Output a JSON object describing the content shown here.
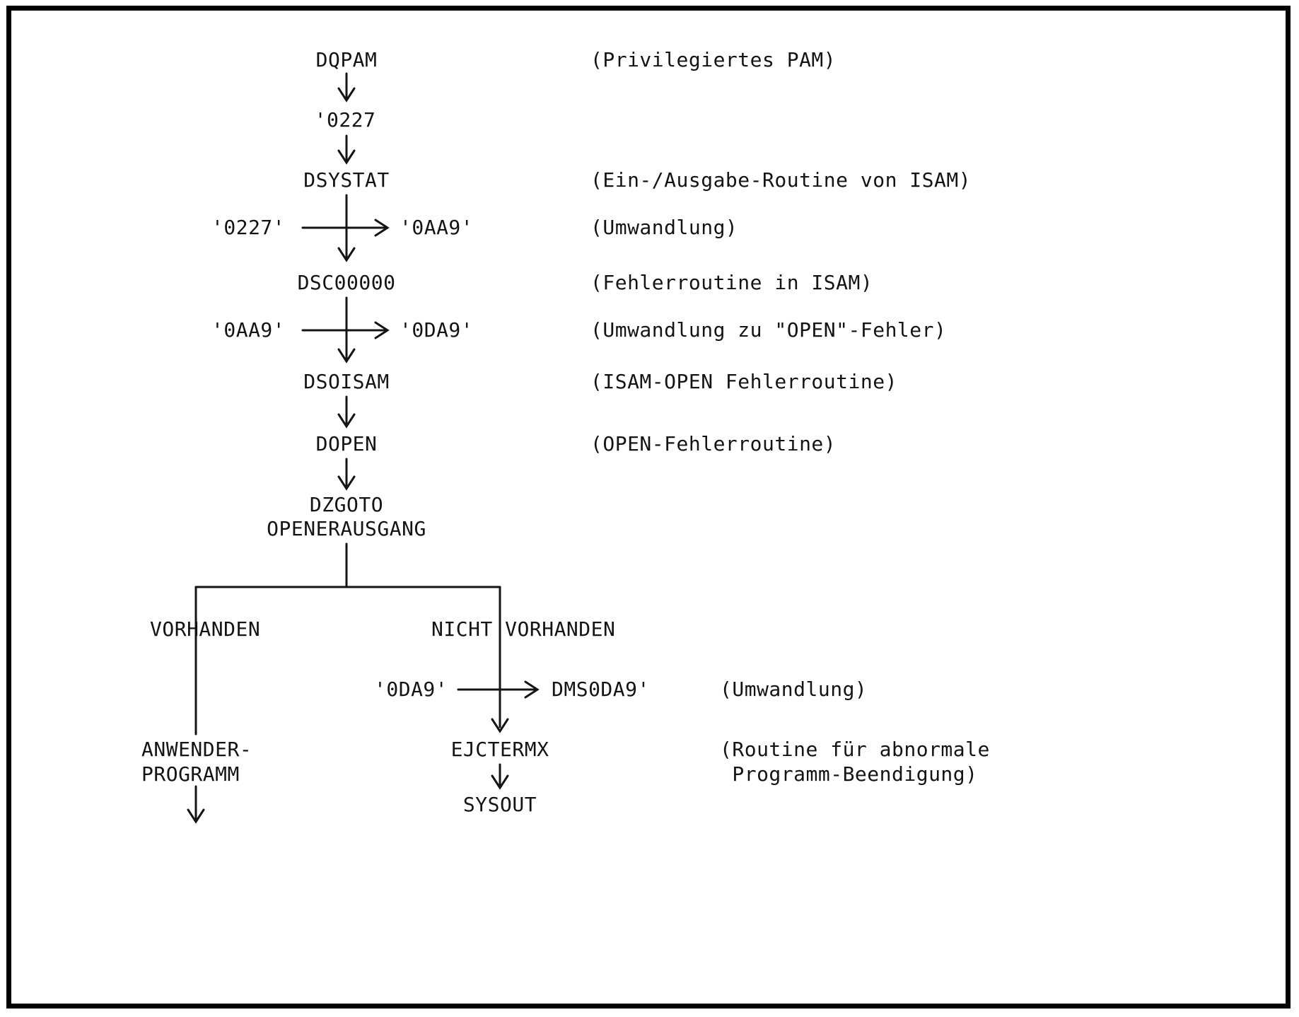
{
  "diagram": {
    "nodes": {
      "dqpam": "DQPAM",
      "code_0227": "'0227",
      "dsystat": "DSYSTAT",
      "dsc00000": "DSC00000",
      "dsoisam": "DSOISAM",
      "dopen": "DOPEN",
      "dzgoto": "DZGOTO",
      "openerausgang": "OPENERAUSGANG",
      "ejctermx": "EJCTERMX",
      "sysout": "SYSOUT",
      "anwender_programm_line1": "ANWENDER-",
      "anwender_programm_line2": "PROGRAMM"
    },
    "branch": {
      "left_label": "VORHANDEN",
      "right_label": "NICHT VORHANDEN"
    },
    "conversions": [
      {
        "from": "'0227'",
        "to": "'0AA9'"
      },
      {
        "from": "'0AA9'",
        "to": "'0DA9'"
      },
      {
        "from": "'0DA9'",
        "to": "DMS0DA9'"
      }
    ],
    "annotations": {
      "dqpam": "(Privilegiertes PAM)",
      "dsystat": "(Ein-/Ausgabe-Routine von ISAM)",
      "conversion1": "(Umwandlung)",
      "dsc00000": "(Fehlerroutine in ISAM)",
      "conversion2": "(Umwandlung zu \"OPEN\"-Fehler)",
      "dsoisam": "(ISAM-OPEN Fehlerroutine)",
      "dopen": "(OPEN-Fehlerroutine)",
      "conversion3": "(Umwandlung)",
      "ejctermx_line1": "(Routine für abnormale",
      "ejctermx_line2": " Programm-Beendigung)"
    }
  }
}
